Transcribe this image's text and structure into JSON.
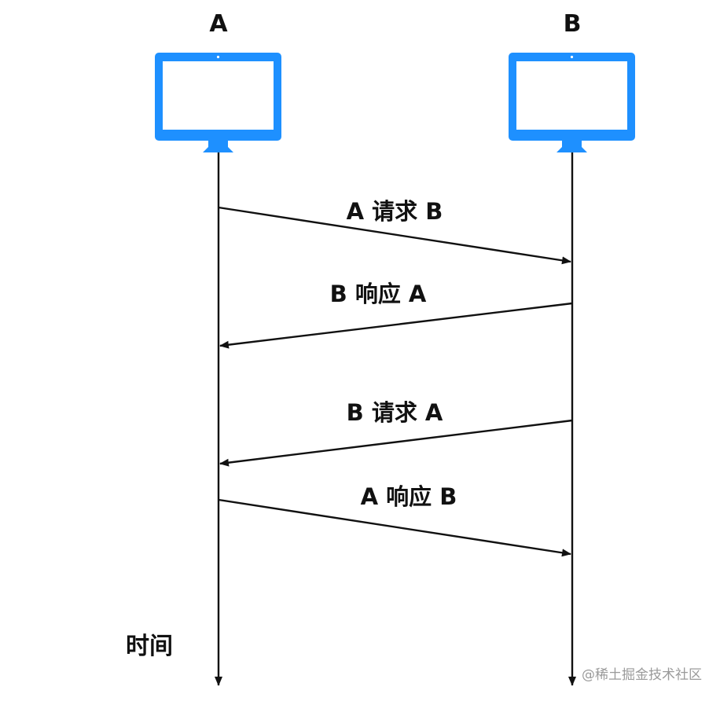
{
  "colors": {
    "monitor": "#1e90ff",
    "line": "#111111",
    "text": "#111111",
    "watermark": "#9a9a9a"
  },
  "hosts": {
    "a": {
      "label": "A",
      "icon": "monitor-icon"
    },
    "b": {
      "label": "B",
      "icon": "monitor-icon"
    }
  },
  "messages": [
    {
      "label": "A 请求 B",
      "from": "A",
      "to": "B"
    },
    {
      "label": "B 响应 A",
      "from": "B",
      "to": "A"
    },
    {
      "label": "B 请求 A",
      "from": "B",
      "to": "A"
    },
    {
      "label": "A 响应 B",
      "from": "A",
      "to": "B"
    }
  ],
  "time_axis": {
    "label": "时间"
  },
  "watermark": {
    "text": "@稀土掘金技术社区"
  }
}
